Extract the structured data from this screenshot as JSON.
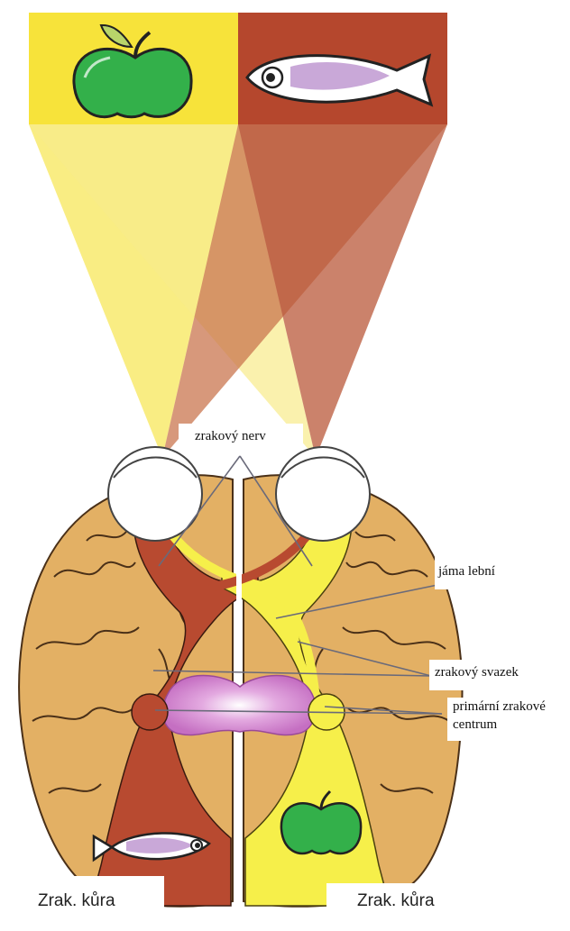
{
  "labels": {
    "optic_nerve": "zrakový nerv",
    "cranial_fossa": "jáma lební",
    "optic_tract": "zrakový svazek",
    "primary_center_line1": "primární zrakové",
    "primary_center_line2": "centrum",
    "cortex_left": "Zrak. kůra",
    "cortex_right": "Zrak. kůra"
  },
  "colors": {
    "left_field_yellow": "#f7e33a",
    "right_field_brown": "#b5472d",
    "brain_tan": "#e3b064",
    "pathway_yellow": "#f6ef4a",
    "pathway_red": "#b84a30",
    "thalamus_violet": "#d48ad0"
  },
  "icons": {
    "left_field_object": "apple-icon",
    "right_field_object": "fish-icon",
    "left_cortex_image": "fish-icon",
    "right_cortex_image": "apple-icon"
  }
}
